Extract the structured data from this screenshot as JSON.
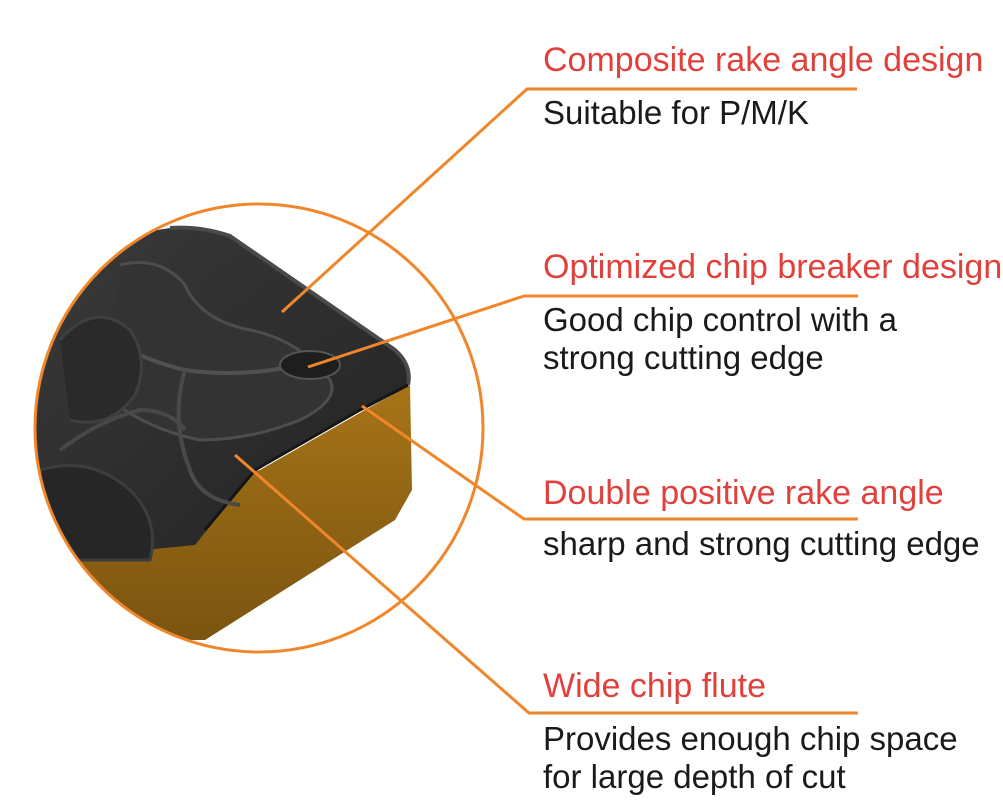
{
  "callouts": [
    {
      "title": "Composite rake angle design",
      "description": [
        "Suitable for P/M/K"
      ]
    },
    {
      "title": "Optimized chip breaker design",
      "description": [
        "Good chip control with a",
        "strong cutting edge"
      ]
    },
    {
      "title": "Double positive rake angle",
      "description": [
        "sharp and strong cutting edge"
      ]
    },
    {
      "title": "Wide chip flute",
      "description": [
        "Provides enough chip space",
        "for large depth of cut"
      ]
    }
  ],
  "colors": {
    "accent_orange": "#f0862a",
    "title_red": "#e0413c",
    "insert_dark": "#2b2b2b",
    "insert_gold": "#9a6a16"
  }
}
